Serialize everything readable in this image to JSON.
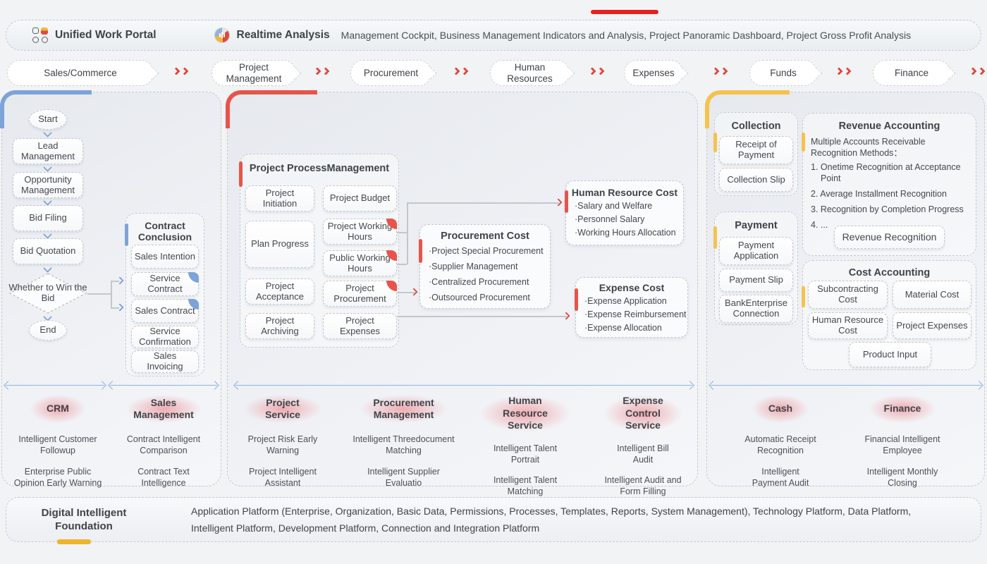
{
  "colors": {
    "accent_red": "#e0453c",
    "accent_blue": "#7da3d8",
    "accent_yellow": "#f5c24c",
    "topbar_red": "#e42020",
    "category_pink": "#eea8ae"
  },
  "header": {
    "portal_title": "Unified Work Portal",
    "analysis_title": "Realtime Analysis",
    "analysis_items": "Management Cockpit, Business Management Indicators and Analysis, Project Panoramic Dashboard, Project Gross Profit Analysis"
  },
  "stages": {
    "labels": [
      "Sales/Commerce",
      "Project Management",
      "Procurement",
      "Human Resources",
      "Expenses",
      "Funds",
      "Finance"
    ]
  },
  "sales_panel": {
    "flow": [
      "Start",
      "Lead Management",
      "Opportunity Management",
      "Bid Filing",
      "Bid Quotation",
      "Whether to Win the Bid",
      "End"
    ],
    "contract": {
      "title": "Contract Conclusion",
      "items": [
        "Sales Intention",
        "Service Contract",
        "Sales Contract",
        "Service Confirmation",
        "Sales Invoicing"
      ]
    },
    "categories": [
      {
        "label": "CRM",
        "items": [
          "Intelligent Customer Followup",
          "Enterprise Public Opinion Early Warning"
        ]
      },
      {
        "label": "Sales Management",
        "items": [
          "Contract Intelligent Comparison",
          "Contract Text Intelligence"
        ]
      }
    ]
  },
  "project_panel": {
    "process": {
      "title": "Project ProcessManagement",
      "col1": [
        "Project Initiation",
        "Plan Progress",
        "Project Acceptance",
        "Project Archiving"
      ],
      "col2": [
        "Project Budget",
        "Project Working Hours",
        "Public Working Hours",
        "Project Procurement",
        "Project Expenses"
      ]
    },
    "cost_boxes": [
      {
        "title": "Procurement Cost",
        "items": [
          "·Project Special Procurement",
          "·Supplier Management",
          "·Centralized Procurement",
          "·Outsourced Procurement"
        ]
      },
      {
        "title": "Human Resource Cost",
        "items": [
          "·Salary and Welfare",
          "·Personnel Salary",
          "·Working Hours Allocation"
        ]
      },
      {
        "title": "Expense Cost",
        "items": [
          "·Expense Application",
          "·Expense Reimbursement",
          "·Expense Allocation"
        ]
      }
    ],
    "categories": [
      {
        "label": "Project Service",
        "items": [
          "Project Risk Early Warning",
          "Project Intelligent Assistant"
        ]
      },
      {
        "label": "Procurement Management",
        "items": [
          "Intelligent Threedocument Matching",
          "Intelligent Supplier Evaluatio"
        ]
      },
      {
        "label": "Human Resource Service",
        "items": [
          "Intelligent Talent Portrait",
          "Intelligent Talent Matching"
        ]
      },
      {
        "label": "Expense Control Service",
        "items": [
          "Intelligent Bill Audit",
          "Intelligent Audit and Form Filling"
        ]
      }
    ]
  },
  "funds_panel": {
    "collection": {
      "title": "Collection",
      "items": [
        "Receipt of Payment",
        "Collection Slip"
      ]
    },
    "payment": {
      "title": "Payment",
      "items": [
        "Payment Application",
        "Payment Slip",
        "BankEnterprise Connection"
      ]
    },
    "revenue": {
      "title": "Revenue Accounting",
      "intro": "Multiple Accounts Receivable Recognition Methods：",
      "list": [
        "1. Onetime Recognition at Acceptance Point",
        "2. Average Installment Recognition",
        "3. Recognition by Completion Progress",
        "4. ..."
      ],
      "button": "Revenue Recognition"
    },
    "cost": {
      "title": "Cost Accounting",
      "items": [
        "Subcontracting Cost",
        "Material Cost",
        "Human Resource Cost",
        "Project Expenses",
        "Product Input"
      ]
    },
    "categories": [
      {
        "label": "Cash",
        "items": [
          "Automatic Receipt Recognition",
          "Intelligent Payment Audit"
        ]
      },
      {
        "label": "Finance",
        "items": [
          "Financial Intelligent Employee",
          "Intelligent Monthly Closing"
        ]
      }
    ]
  },
  "foundation": {
    "title": "Digital Intelligent Foundation",
    "line1": "Application Platform (Enterprise, Organization, Basic Data, Permissions, Processes, Templates, Reports, System Management), Technology Platform, Data Platform,",
    "line2": "Intelligent Platform, Development Platform, Connection and Integration Platform"
  }
}
